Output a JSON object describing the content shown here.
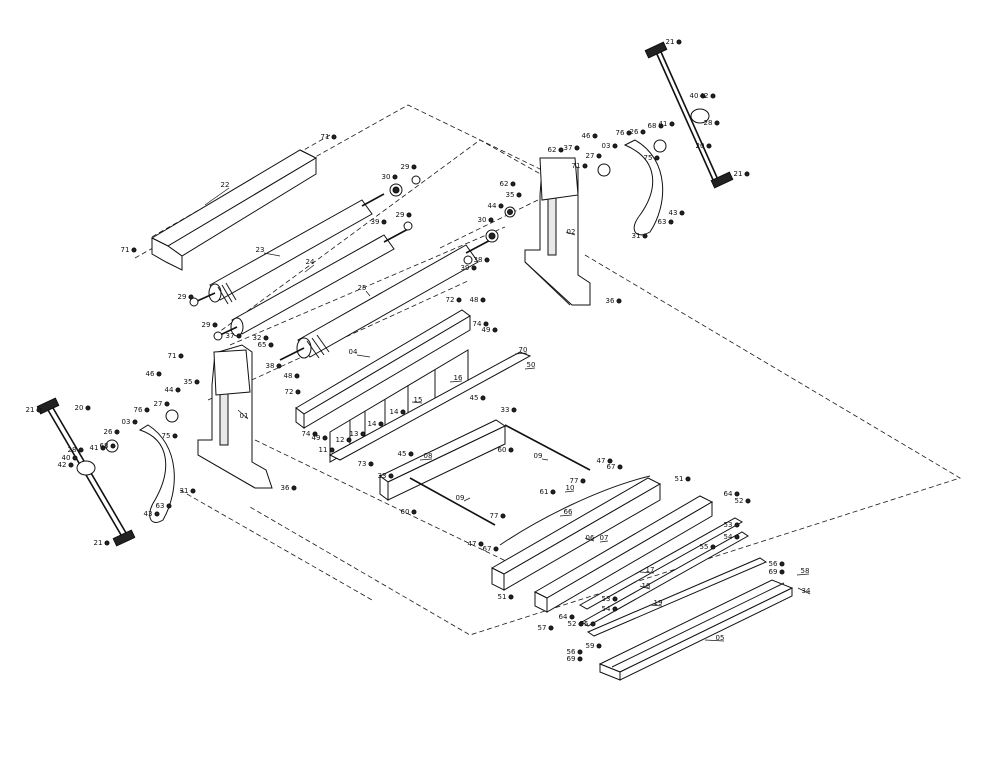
{
  "diagram": {
    "labels": [
      {
        "id": "p22",
        "text": "22"
      },
      {
        "id": "p71a",
        "text": "71"
      },
      {
        "id": "p71b",
        "text": "71"
      },
      {
        "id": "p23",
        "text": "23"
      },
      {
        "id": "p24",
        "text": "24"
      },
      {
        "id": "p25",
        "text": "25"
      },
      {
        "id": "p29a",
        "text": "29"
      },
      {
        "id": "p29b",
        "text": "29"
      },
      {
        "id": "p29c",
        "text": "29"
      },
      {
        "id": "p29d",
        "text": "29"
      },
      {
        "id": "p30a",
        "text": "30"
      },
      {
        "id": "p30b",
        "text": "30"
      },
      {
        "id": "p39a",
        "text": "39"
      },
      {
        "id": "p39b",
        "text": "39"
      },
      {
        "id": "p38a",
        "text": "38"
      },
      {
        "id": "p38b",
        "text": "38"
      },
      {
        "id": "p37a",
        "text": "37"
      },
      {
        "id": "p37b",
        "text": "37"
      },
      {
        "id": "p62a",
        "text": "62"
      },
      {
        "id": "p62b",
        "text": "62"
      },
      {
        "id": "p35a",
        "text": "35"
      },
      {
        "id": "p35b",
        "text": "35"
      },
      {
        "id": "p44a",
        "text": "44"
      },
      {
        "id": "p44b",
        "text": "44"
      },
      {
        "id": "p46a",
        "text": "46"
      },
      {
        "id": "p46b",
        "text": "46"
      },
      {
        "id": "p71c",
        "text": "71"
      },
      {
        "id": "p71d",
        "text": "71"
      },
      {
        "id": "p27a",
        "text": "27"
      },
      {
        "id": "p27b",
        "text": "27"
      },
      {
        "id": "p76a",
        "text": "76"
      },
      {
        "id": "p76b",
        "text": "76"
      },
      {
        "id": "p03a",
        "text": "03"
      },
      {
        "id": "p03b",
        "text": "03"
      },
      {
        "id": "p75a",
        "text": "75"
      },
      {
        "id": "p75b",
        "text": "75"
      },
      {
        "id": "p26a",
        "text": "26"
      },
      {
        "id": "p26b",
        "text": "26"
      },
      {
        "id": "p68a",
        "text": "68"
      },
      {
        "id": "p68b",
        "text": "68"
      },
      {
        "id": "p41a",
        "text": "41"
      },
      {
        "id": "p41b",
        "text": "41"
      },
      {
        "id": "p40a",
        "text": "40"
      },
      {
        "id": "p40b",
        "text": "40"
      },
      {
        "id": "p42a",
        "text": "42"
      },
      {
        "id": "p42b",
        "text": "42"
      },
      {
        "id": "p28a",
        "text": "28"
      },
      {
        "id": "p28b",
        "text": "28"
      },
      {
        "id": "p20a",
        "text": "20"
      },
      {
        "id": "p20b",
        "text": "20"
      },
      {
        "id": "p21a",
        "text": "21"
      },
      {
        "id": "p21b",
        "text": "21"
      },
      {
        "id": "p21c",
        "text": "21"
      },
      {
        "id": "p21d",
        "text": "21"
      },
      {
        "id": "p43a",
        "text": "43"
      },
      {
        "id": "p43b",
        "text": "43"
      },
      {
        "id": "p63a",
        "text": "63"
      },
      {
        "id": "p63b",
        "text": "63"
      },
      {
        "id": "p31a",
        "text": "31"
      },
      {
        "id": "p31b",
        "text": "31"
      },
      {
        "id": "p01",
        "text": "01"
      },
      {
        "id": "p02",
        "text": "02"
      },
      {
        "id": "p36a",
        "text": "36"
      },
      {
        "id": "p36b",
        "text": "36"
      },
      {
        "id": "p32",
        "text": "32"
      },
      {
        "id": "p65",
        "text": "65"
      },
      {
        "id": "p48a",
        "text": "48"
      },
      {
        "id": "p48b",
        "text": "48"
      },
      {
        "id": "p72a",
        "text": "72"
      },
      {
        "id": "p72b",
        "text": "72"
      },
      {
        "id": "p74a",
        "text": "74"
      },
      {
        "id": "p74b",
        "text": "74"
      },
      {
        "id": "p49a",
        "text": "49"
      },
      {
        "id": "p49b",
        "text": "49"
      },
      {
        "id": "p04",
        "text": "04"
      },
      {
        "id": "p70",
        "text": "70"
      },
      {
        "id": "p50",
        "text": "50"
      },
      {
        "id": "p11",
        "text": "11"
      },
      {
        "id": "p12",
        "text": "12"
      },
      {
        "id": "p13",
        "text": "13"
      },
      {
        "id": "p14a",
        "text": "14"
      },
      {
        "id": "p14b",
        "text": "14"
      },
      {
        "id": "p15",
        "text": "15"
      },
      {
        "id": "p16",
        "text": "16"
      },
      {
        "id": "p45a",
        "text": "45"
      },
      {
        "id": "p45b",
        "text": "45"
      },
      {
        "id": "p33a",
        "text": "33"
      },
      {
        "id": "p33b",
        "text": "33"
      },
      {
        "id": "p73",
        "text": "73"
      },
      {
        "id": "p08",
        "text": "08"
      },
      {
        "id": "p60a",
        "text": "60"
      },
      {
        "id": "p60b",
        "text": "60"
      },
      {
        "id": "p09a",
        "text": "09"
      },
      {
        "id": "p09b",
        "text": "09"
      },
      {
        "id": "p47a",
        "text": "47"
      },
      {
        "id": "p47b",
        "text": "47"
      },
      {
        "id": "p67a",
        "text": "67"
      },
      {
        "id": "p67b",
        "text": "67"
      },
      {
        "id": "p77a",
        "text": "77"
      },
      {
        "id": "p77b",
        "text": "77"
      },
      {
        "id": "p61",
        "text": "61"
      },
      {
        "id": "p10",
        "text": "10"
      },
      {
        "id": "p66",
        "text": "66"
      },
      {
        "id": "p06",
        "text": "06"
      },
      {
        "id": "p07",
        "text": "07"
      },
      {
        "id": "p51a",
        "text": "51"
      },
      {
        "id": "p51b",
        "text": "51"
      },
      {
        "id": "p64a",
        "text": "64"
      },
      {
        "id": "p64b",
        "text": "64"
      },
      {
        "id": "p52a",
        "text": "52"
      },
      {
        "id": "p52b",
        "text": "52"
      },
      {
        "id": "p53a",
        "text": "53"
      },
      {
        "id": "p53b",
        "text": "53"
      },
      {
        "id": "p54a",
        "text": "54"
      },
      {
        "id": "p54b",
        "text": "54"
      },
      {
        "id": "p55a",
        "text": "55"
      },
      {
        "id": "p55b",
        "text": "55"
      },
      {
        "id": "p17",
        "text": "17"
      },
      {
        "id": "p18",
        "text": "18"
      },
      {
        "id": "p19",
        "text": "19"
      },
      {
        "id": "p57",
        "text": "57"
      },
      {
        "id": "p56a",
        "text": "56"
      },
      {
        "id": "p56b",
        "text": "56"
      },
      {
        "id": "p69a",
        "text": "69"
      },
      {
        "id": "p69b",
        "text": "69"
      },
      {
        "id": "p58",
        "text": "58"
      },
      {
        "id": "p34",
        "text": "34"
      },
      {
        "id": "p59",
        "text": "59"
      },
      {
        "id": "p05",
        "text": "05"
      }
    ]
  }
}
